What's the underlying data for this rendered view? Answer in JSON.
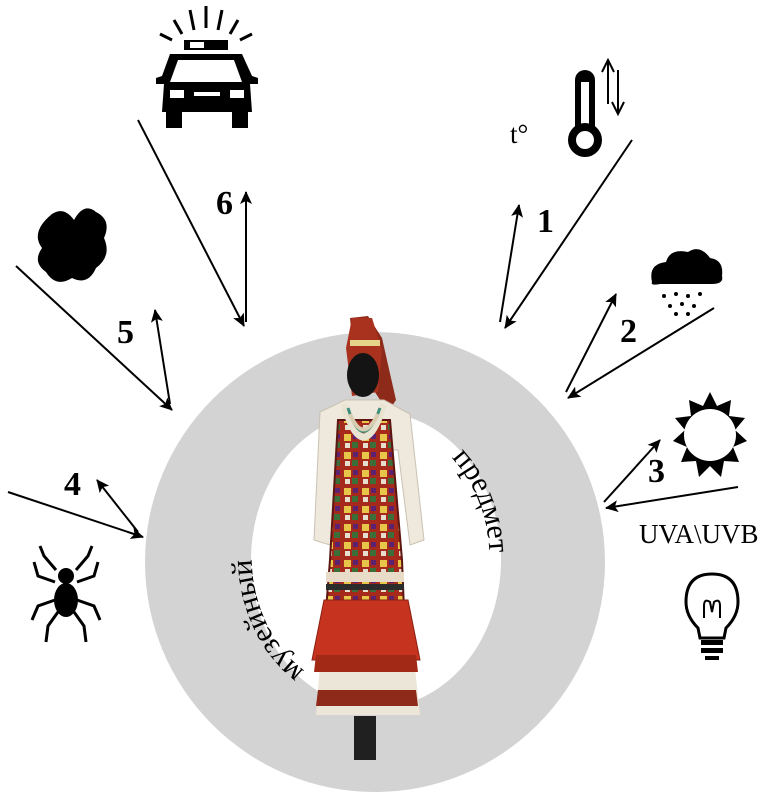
{
  "center": {
    "arc_left": "музейный",
    "arc_right": "предмет"
  },
  "factors": [
    {
      "number": "1",
      "icon": "thermometer-icon",
      "label": "t°"
    },
    {
      "number": "2",
      "icon": "rain-cloud-icon"
    },
    {
      "number": "3",
      "icon": "sun-icon",
      "label": "UVA\\UVB"
    },
    {
      "number": "4",
      "icon": "spider-icon"
    },
    {
      "number": "5",
      "icon": "stain-icon"
    },
    {
      "number": "6",
      "icon": "police-car-icon"
    }
  ],
  "extra_icons": [
    "light-bulb-icon",
    "museum-costume-figure"
  ],
  "colors": {
    "ring": "#d3d3d3",
    "ink": "#000000",
    "costume_red": "#b8321f",
    "costume_dark": "#5c1510",
    "costume_white": "#f1eee6"
  }
}
